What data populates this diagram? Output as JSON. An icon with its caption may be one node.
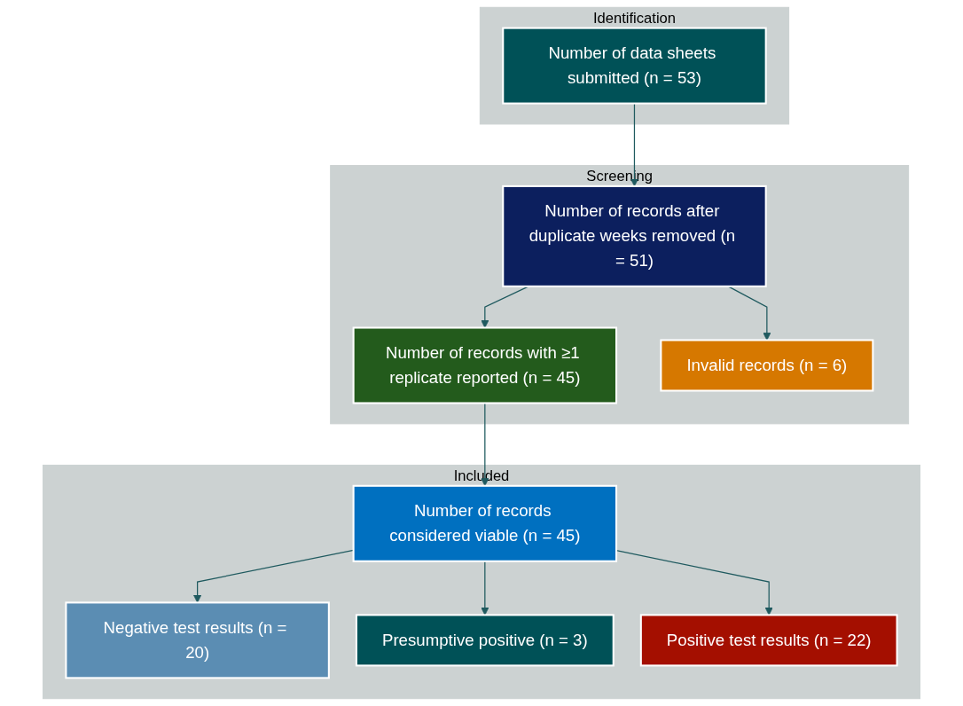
{
  "diagram": {
    "nodes": [
      {
        "text": [
          "Identification"
        ]
      },
      {
        "text": [
          "Number of data sheets submitted (n = 53)"
        ],
        "in": 0
      },
      {
        "text": [
          "Screening"
        ]
      },
      {
        "text": [
          "Number of records after duplicate weeks removed (n = 51)"
        ],
        "in": 2
      },
      {
        "text": [
          "Number of records with ≥1 replicate reported (n = 45)"
        ],
        "in": 2
      },
      {
        "text": [
          "Invalid records (n = 6)"
        ],
        "in": 2
      },
      {
        "text": [
          "Included"
        ]
      },
      {
        "text": [
          "Number of records considered viable (n = 45)"
        ],
        "in": 6
      },
      {
        "text": [
          "Negative test results (n = 20)"
        ],
        "in": 6
      },
      {
        "text": [
          "Presumptive positive (n = 3)"
        ],
        "in": 6
      },
      {
        "text": [
          "Positive test results (n = 22)"
        ],
        "in": 6
      }
    ],
    "edges": [
      {
        "from": 1,
        "to": 3,
        "arrow": "to"
      },
      {
        "from": 3,
        "to": 4,
        "arrow": "to"
      },
      {
        "from": 3,
        "to": 5,
        "arrow": "to"
      },
      {
        "from": 4,
        "to": 7,
        "arrow": "to"
      },
      {
        "from": 7,
        "to": 8,
        "arrow": "to"
      },
      {
        "from": 7,
        "to": 9,
        "arrow": "to"
      },
      {
        "from": 7,
        "to": 10,
        "arrow": "to"
      }
    ]
  }
}
